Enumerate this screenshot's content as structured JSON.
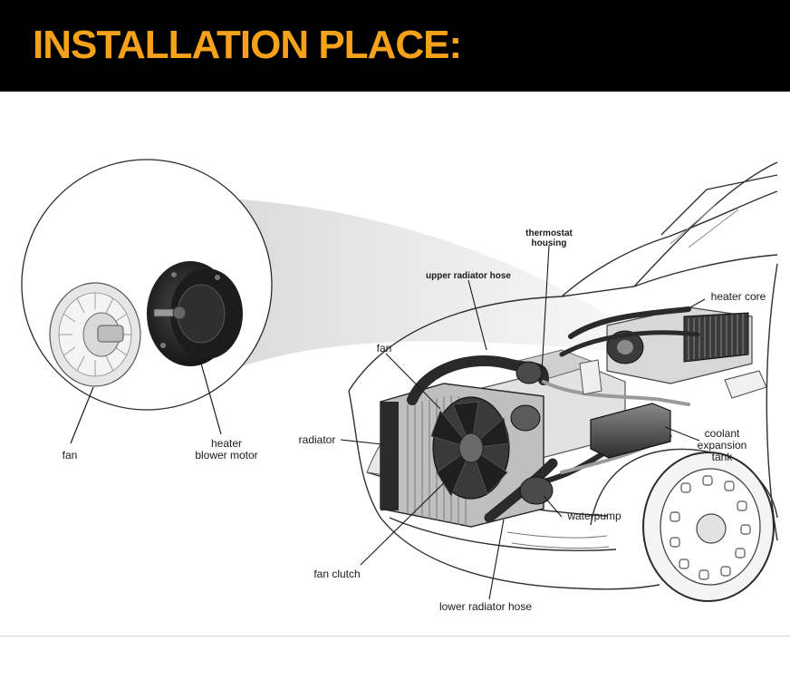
{
  "header": {
    "title": "INSTALLATION PLACE:",
    "title_color": "#f5a21a",
    "background": "#000000"
  },
  "inset": {
    "fan_label": "fan",
    "motor_label_line1": "heater",
    "motor_label_line2": "blower motor"
  },
  "car": {
    "thermostat_line1": "thermostat",
    "thermostat_line2": "housing",
    "upper_radiator_hose": "upper radiator hose",
    "heater_core": "heater core",
    "fan": "fan",
    "radiator": "radiator",
    "coolant_line1": "coolant",
    "coolant_line2": "expansion",
    "coolant_line3": "tank",
    "waterpump": "waterpump",
    "fan_clutch": "fan clutch",
    "lower_radiator_hose": "lower radiator hose"
  },
  "icons": [
    "blower-fan-icon",
    "blower-motor-icon",
    "car-engine-bay-illustration"
  ]
}
